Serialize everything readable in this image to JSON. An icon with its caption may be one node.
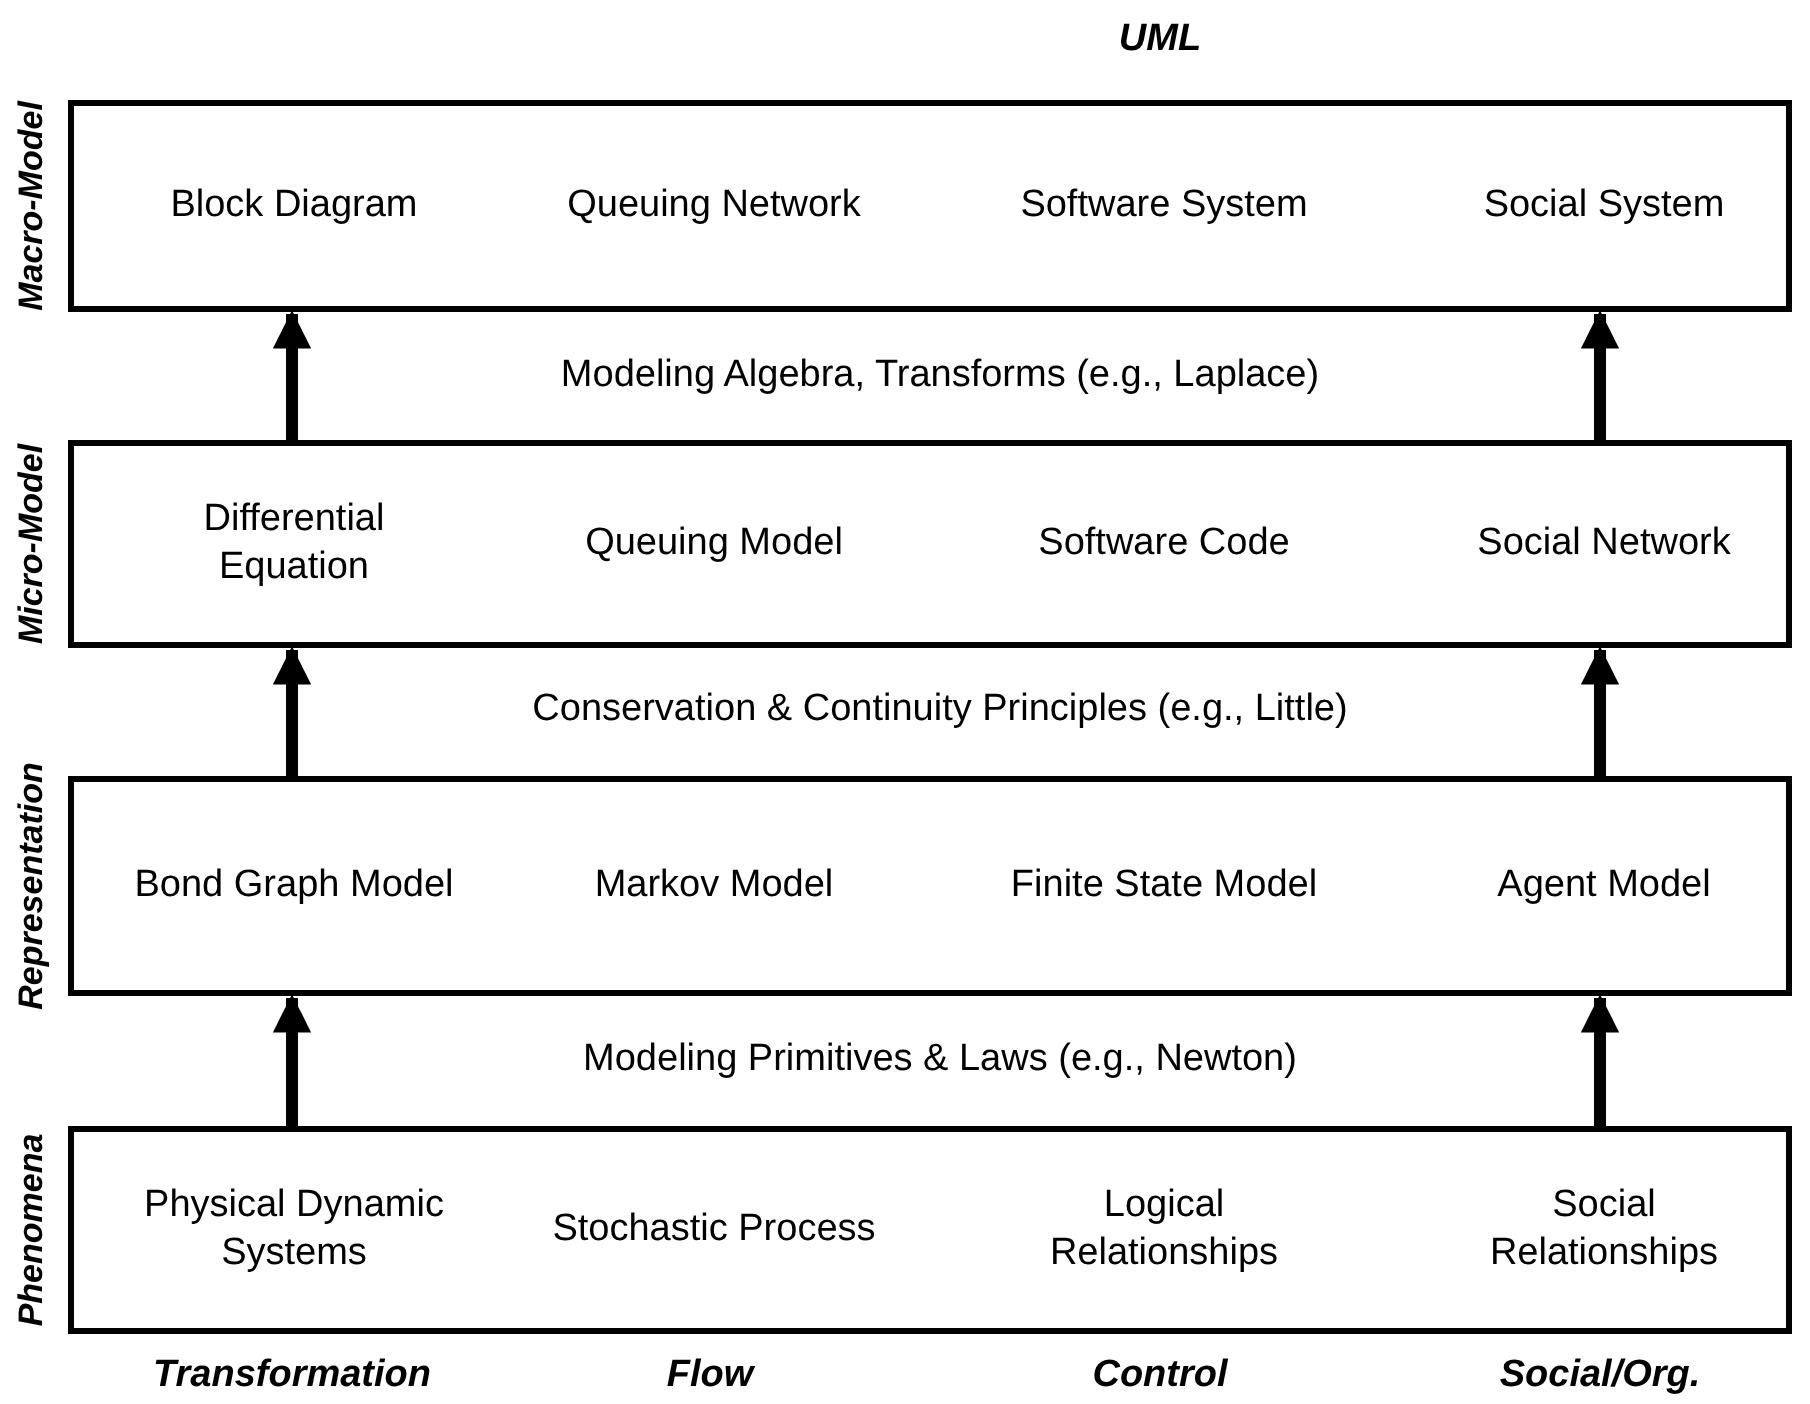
{
  "diagram": {
    "nodes": [
      {
        "text": [
          "Macro-Model",
          "Block Diagram",
          "Queuing Network",
          "Software System",
          "Social System"
        ]
      },
      {
        "text": [
          "Micro-Model",
          "Differential Equation",
          "Queuing Model",
          "Software Code",
          "Social Network"
        ]
      },
      {
        "text": [
          "Representation",
          "Bond Graph Model",
          "Markov Model",
          "Finite State Model",
          "Agent Model"
        ]
      },
      {
        "text": [
          "Phenomena",
          "Physical Dynamic Systems",
          "Stochastic Process",
          "Logical Relationships",
          "Social Relationships"
        ]
      }
    ],
    "edges": [
      {
        "from": 1,
        "to": 0,
        "arrow": "to"
      },
      {
        "from": 1,
        "to": 0,
        "arrow": "to"
      },
      {
        "from": 2,
        "to": 1,
        "arrow": "to"
      },
      {
        "from": 2,
        "to": 1,
        "arrow": "to"
      },
      {
        "from": 3,
        "to": 2,
        "arrow": "to"
      },
      {
        "from": 3,
        "to": 2,
        "arrow": "to"
      }
    ],
    "labels": [
      "UML",
      "Modeling Algebra, Transforms (e.g., Laplace)",
      "Conservation & Continuity Principles (e.g., Little)",
      "Modeling Primitives & Laws (e.g., Newton)",
      "Transformation",
      "Flow",
      "Control",
      "Social/Org."
    ]
  }
}
